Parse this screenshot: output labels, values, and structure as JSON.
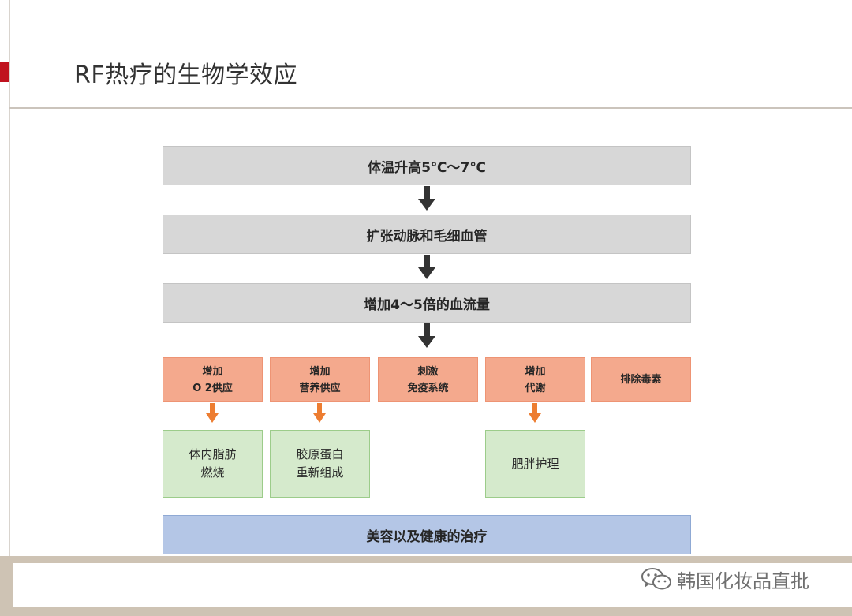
{
  "slide": {
    "title": "RF热疗的生物学效应",
    "colors": {
      "accent_red": "#c0121e",
      "step_grey": "#d7d7d7",
      "branch_orange": "#f4a98d",
      "result_green": "#d5eacc",
      "outcome_blue": "#b4c6e6",
      "arrow_dark": "#333333",
      "arrow_orange": "#ed7d31"
    }
  },
  "flow": {
    "steps": [
      "体温升高5℃～7℃",
      "扩张动脉和毛细血管",
      "增加4～5倍的血流量"
    ],
    "branches": [
      {
        "line1": "增加",
        "line2": "O 2供应",
        "result1": "体内脂肪",
        "result2": "燃烧"
      },
      {
        "line1": "增加",
        "line2": "营养供应",
        "result1": "胶原蛋白",
        "result2": "重新组成"
      },
      {
        "line1": "刺激",
        "line2": "免疫系统"
      },
      {
        "line1": "增加",
        "line2": "代谢",
        "result1": "肥胖护理"
      },
      {
        "line1": "排除毒素"
      }
    ],
    "outcome": "美容以及健康的治疗"
  },
  "watermark": {
    "icon": "wechat-icon",
    "text": "韩国化妆品直批"
  }
}
